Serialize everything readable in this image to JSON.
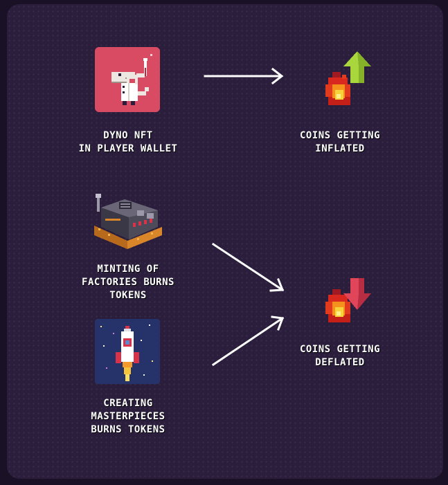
{
  "diagram": {
    "sources": [
      {
        "id": "dyno",
        "label": "DYNO NFT\nIN PLAYER WALLET",
        "icon": "dyno-nft-icon"
      },
      {
        "id": "factory",
        "label": "MINTING OF\nFACTORIES BURNS\nTOKENS",
        "icon": "factory-icon"
      },
      {
        "id": "masterpiece",
        "label": "CREATING\nMASTERPIECES\nBURNS TOKENS",
        "icon": "rocket-icon"
      }
    ],
    "targets": [
      {
        "id": "inflated",
        "label": "COINS GETTING\nINFLATED",
        "icon": "fire-coin-up-icon"
      },
      {
        "id": "deflated",
        "label": "COINS GETTING\nDEFLATED",
        "icon": "fire-coin-down-icon"
      }
    ],
    "edges": [
      {
        "from": "dyno",
        "to": "inflated"
      },
      {
        "from": "factory",
        "to": "deflated"
      },
      {
        "from": "masterpiece",
        "to": "deflated"
      }
    ],
    "colors": {
      "panel": "#2a1e3c",
      "background": "#1a1126",
      "arrow": "#ffffff",
      "dyno_tile": "#d94a63",
      "up_arrow": "#a8d63c",
      "down_arrow": "#e0455a"
    }
  }
}
